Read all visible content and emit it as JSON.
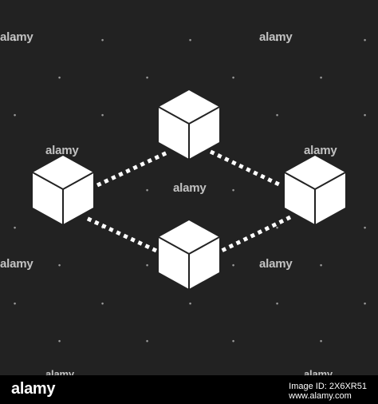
{
  "watermark": {
    "text": "alamy"
  },
  "footer": {
    "logo": "alamy",
    "image_id_line": "Image ID: 2X6XR51",
    "site_line": "www.alamy.com"
  },
  "colors": {
    "background": "#222222",
    "cube_fill": "#ffffff",
    "connector": "#ffffff",
    "footer_background": "#000000"
  },
  "icon": {
    "name": "blockchain-network-icon",
    "nodes": [
      "cube-top",
      "cube-left",
      "cube-right",
      "cube-bottom"
    ],
    "connections": [
      [
        "cube-left",
        "cube-top"
      ],
      [
        "cube-top",
        "cube-right"
      ],
      [
        "cube-right",
        "cube-bottom"
      ],
      [
        "cube-bottom",
        "cube-left"
      ]
    ]
  }
}
